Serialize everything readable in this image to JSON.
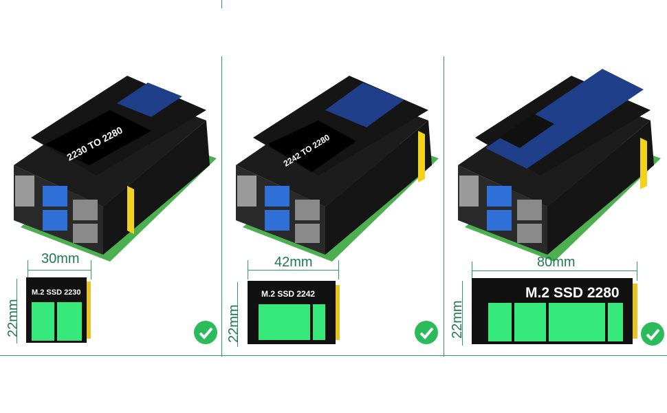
{
  "colors": {
    "frame": "#2e9a6a",
    "ssd_board": "#111111",
    "ssd_chip": "#37e87a",
    "gold_contact": "#e7c325",
    "check": "#2bbb5a"
  },
  "panels": [
    {
      "board_label": "2230 TO 2280",
      "width_label": "30mm",
      "height_label": "22mm",
      "ssd_label": "M.2 SSD 2230",
      "check_icon": "check-circle-icon"
    },
    {
      "board_label": "2242 TO 2280",
      "width_label": "42mm",
      "height_label": "22mm",
      "ssd_label": "M.2 SSD 2242",
      "check_icon": "check-circle-icon"
    },
    {
      "board_label": "",
      "width_label": "80mm",
      "height_label": "22mm",
      "ssd_label": "M.2 SSD 2280",
      "check_icon": "check-circle-icon"
    }
  ]
}
